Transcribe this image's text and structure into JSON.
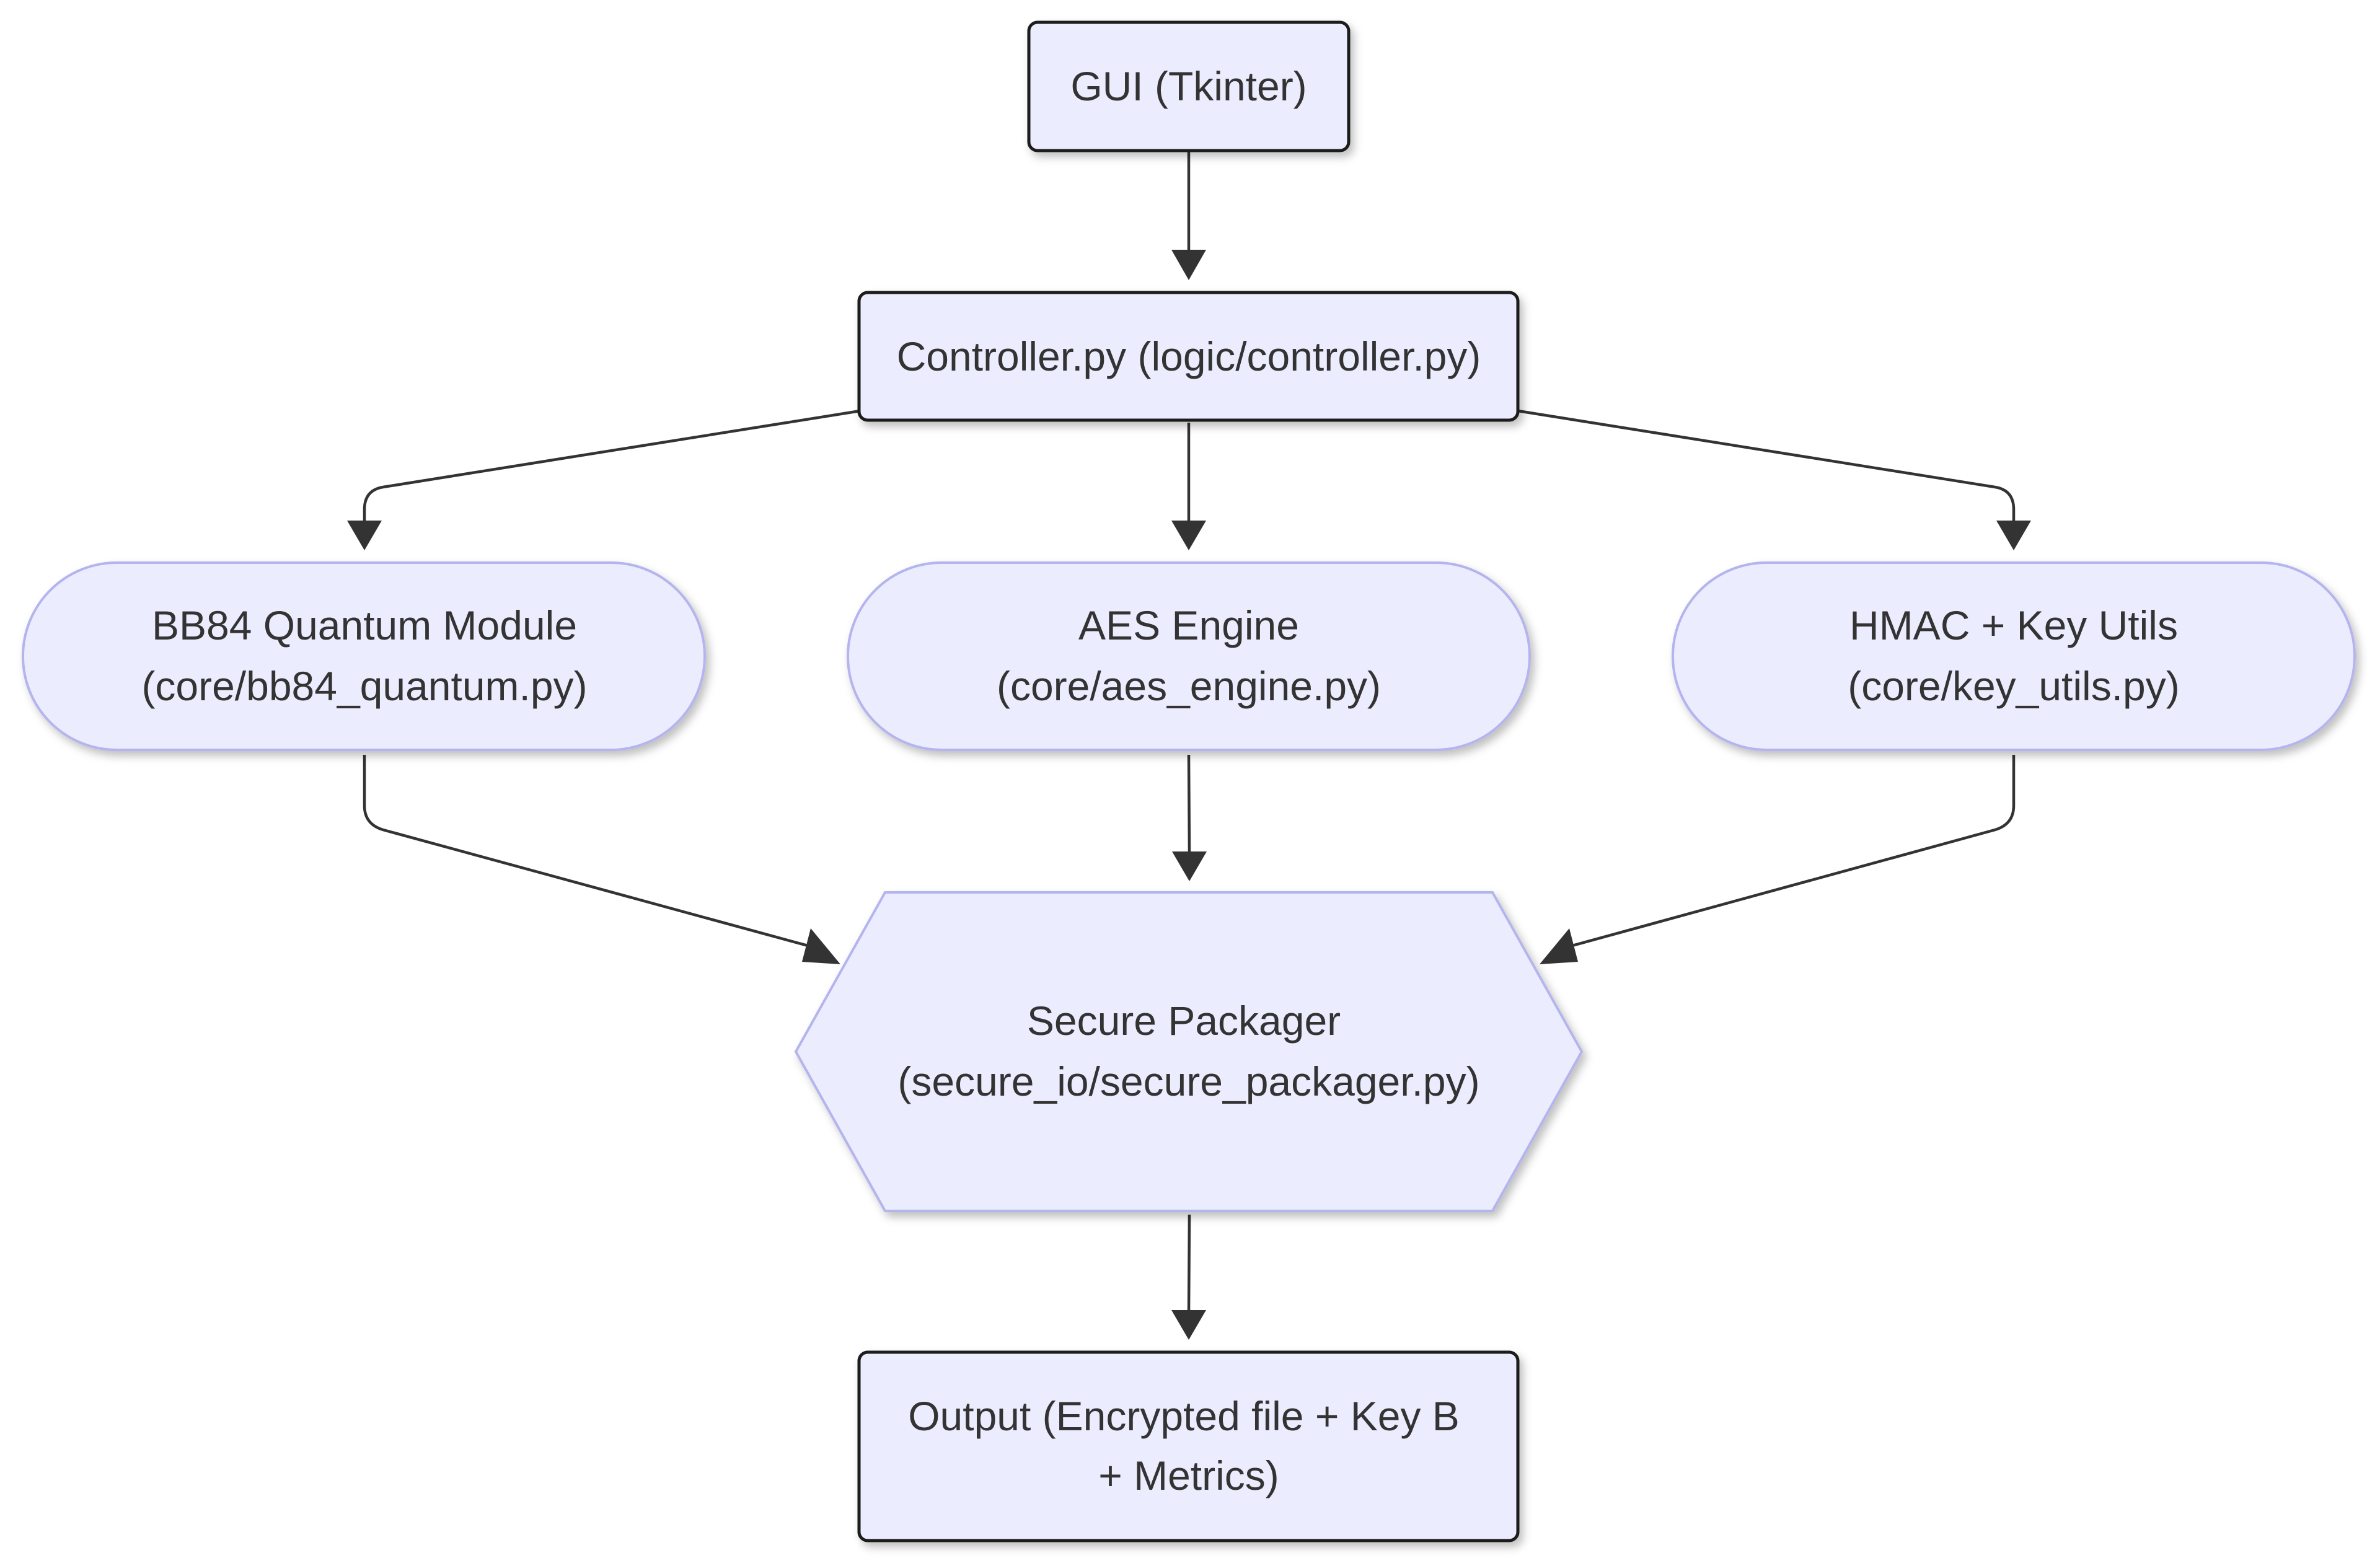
{
  "diagram": {
    "colors": {
      "node_fill": "#ECECFF",
      "node_border_dark": "#1A1A1A",
      "node_border_soft": "#B4B4EE",
      "edge": "#333333",
      "text": "#333333"
    },
    "nodes": {
      "gui": {
        "line1": "GUI (Tkinter)",
        "shape": "rect"
      },
      "controller": {
        "line1": "Controller.py (logic/controller.py)",
        "shape": "rect"
      },
      "bb84": {
        "line1": "BB84 Quantum Module",
        "line2": "(core/bb84_quantum.py)",
        "shape": "stadium"
      },
      "aes": {
        "line1": "AES Engine",
        "line2": "(core/aes_engine.py)",
        "shape": "stadium"
      },
      "hmac": {
        "line1": "HMAC + Key Utils",
        "line2": "(core/key_utils.py)",
        "shape": "stadium"
      },
      "packager": {
        "line1": "Secure Packager",
        "line2": "(secure_io/secure_packager.py)",
        "shape": "hexagon"
      },
      "output": {
        "line1": "Output (Encrypted file + Key B",
        "line2": "+ Metrics)",
        "shape": "rect"
      }
    },
    "edges": [
      {
        "from": "gui",
        "to": "controller"
      },
      {
        "from": "controller",
        "to": "bb84"
      },
      {
        "from": "controller",
        "to": "aes"
      },
      {
        "from": "controller",
        "to": "hmac"
      },
      {
        "from": "bb84",
        "to": "packager"
      },
      {
        "from": "aes",
        "to": "packager"
      },
      {
        "from": "hmac",
        "to": "packager"
      },
      {
        "from": "packager",
        "to": "output"
      }
    ]
  }
}
